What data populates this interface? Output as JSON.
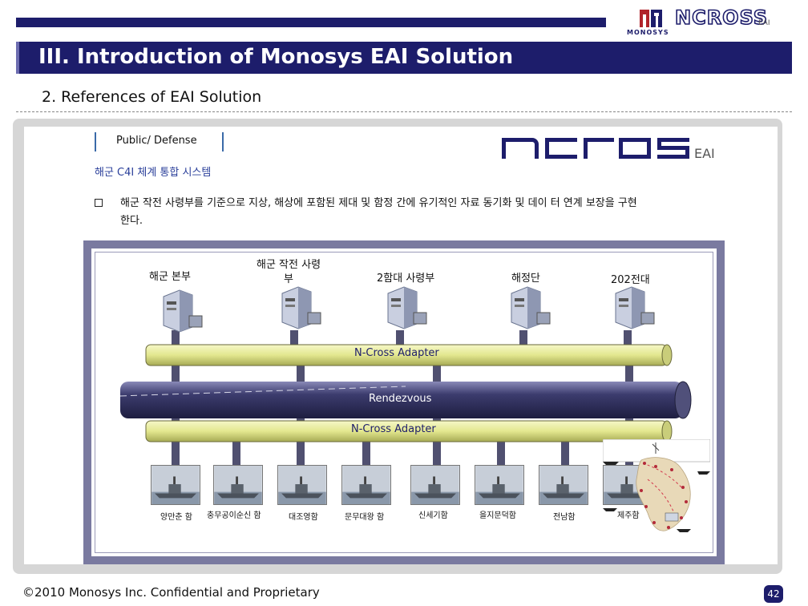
{
  "header": {
    "logo_text": "MONOSYS",
    "brand_text": "NCROSS",
    "brand_suffix": "EAI",
    "title": "III. Introduction of Monosys EAI Solution",
    "subtitle": "2. References of  EAI  Solution"
  },
  "panel": {
    "category": "Public/ Defense",
    "heading": "해군 C4I 체계 통합 시스템",
    "description": "해군 작전 사령부를 기준으로 지상, 해상에 포함된 제대 및 함정 간에 유기적인 자료 동기화 및 데이 터 연계 보장을 구현한다."
  },
  "diagram": {
    "nodes": [
      {
        "label": "해군 본부"
      },
      {
        "label": "해군 작전 사령\n부"
      },
      {
        "label": "2함대 사령부"
      },
      {
        "label": "해정단"
      },
      {
        "label": "202전대"
      }
    ],
    "top_adapter": "N-Cross Adapter",
    "bus": "Rendezvous",
    "bottom_adapter": "N-Cross Adapter",
    "ships": [
      {
        "label": "양만춘 함"
      },
      {
        "label": "충무공이순신 함"
      },
      {
        "label": "대조영함"
      },
      {
        "label": "문무대왕 함"
      },
      {
        "label": "신세기함"
      },
      {
        "label": "을지문덕함"
      },
      {
        "label": "전남함"
      },
      {
        "label": "제주함"
      }
    ]
  },
  "footer": {
    "copyright": "©2010 Monosys Inc. Confidential and Proprietary",
    "page": "42"
  },
  "colors": {
    "navy": "#1d1d6b",
    "adapter": "#e8ec9a",
    "bus": "#3c3c6e"
  }
}
